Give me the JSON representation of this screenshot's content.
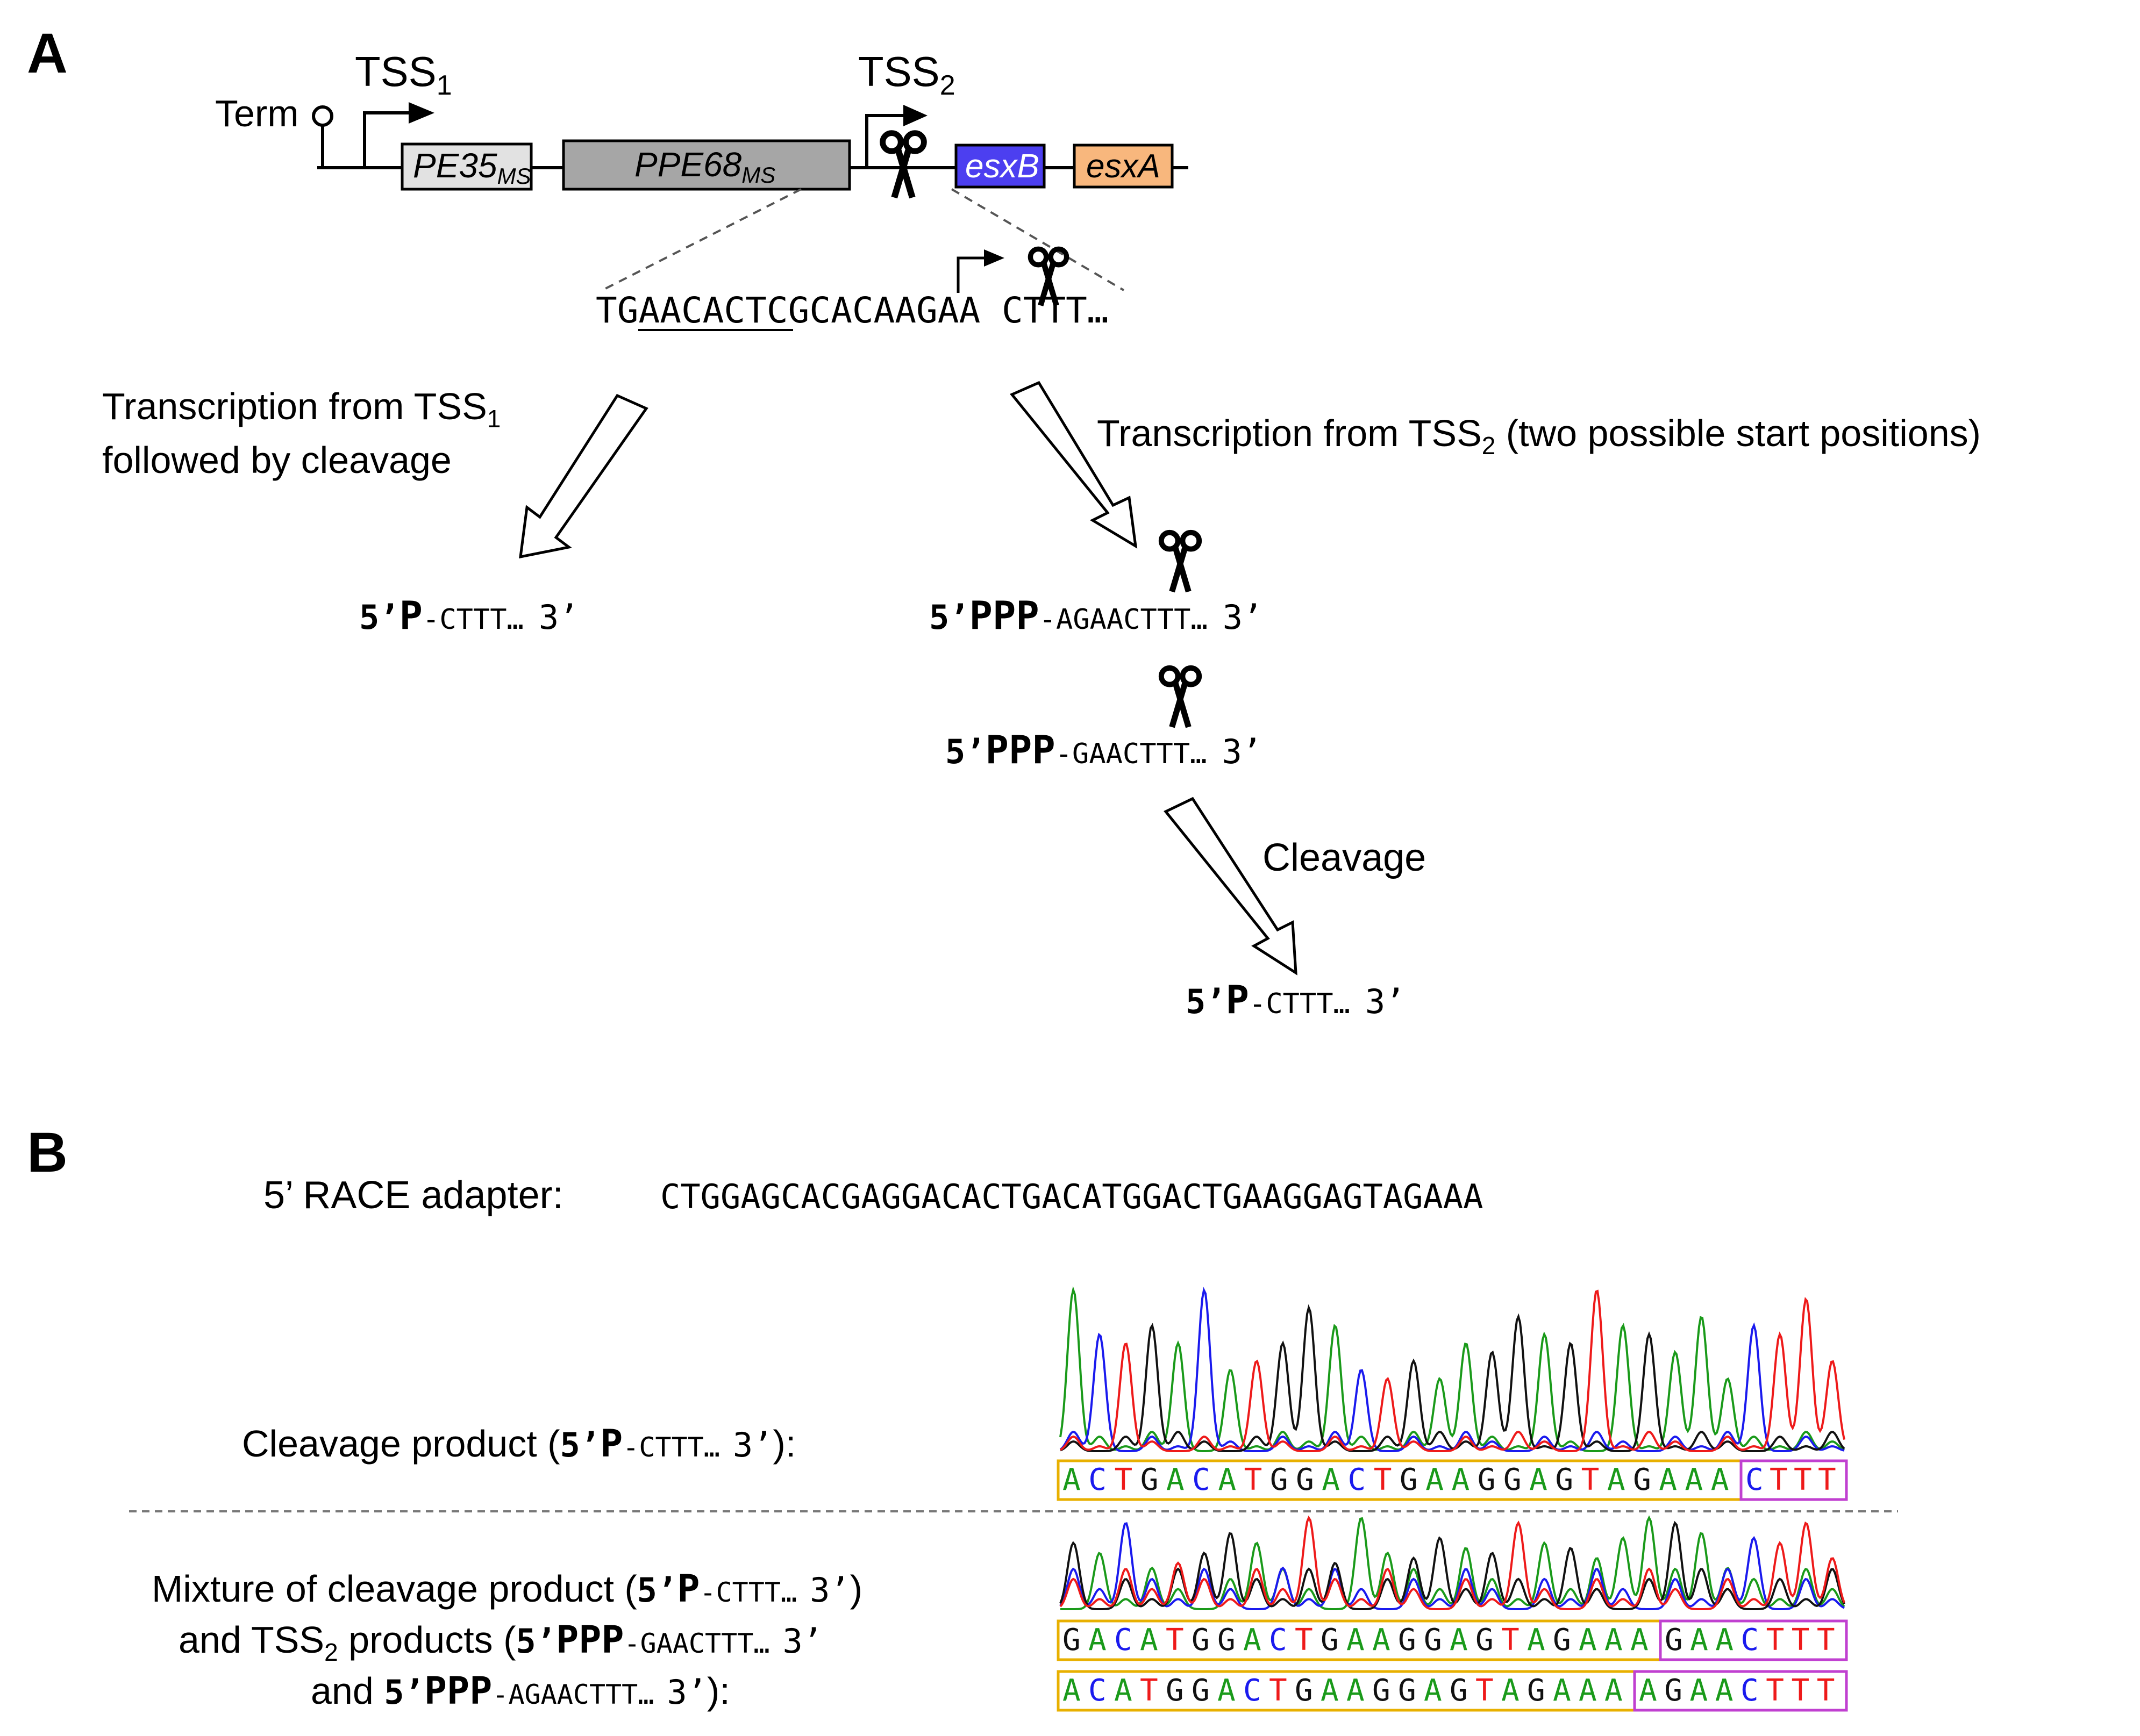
{
  "panelA": {
    "label": "A",
    "term": "Term",
    "tss1": "TSS",
    "tss1_sub": "1",
    "tss2": "TSS",
    "tss2_sub": "2",
    "genes": [
      {
        "name": "PE35",
        "sub": "MS",
        "color": "#e2e2e2"
      },
      {
        "name": "PPE68",
        "sub": "MS",
        "color": "#a6a6a6"
      },
      {
        "name": "esxB",
        "sub": "",
        "color": "#4c3ff0"
      },
      {
        "name": "esxA",
        "sub": "",
        "color": "#f8b77d"
      }
    ],
    "seq_zoom": "TGAACACTCGCACAAGAA CTTT…",
    "arrow1_line1": "Transcription from TSS",
    "arrow1_line1_sub": "1",
    "arrow1_line2": "followed by cleavage",
    "arrow2_prefix": "Transcription from TSS",
    "arrow2_sub": "2",
    "arrow2_suffix": " (two possible start positions)",
    "cleavage_label": "Cleavage",
    "prod1": {
      "five": "5’",
      "p": "P",
      "seq": "-CTTT…",
      "three": "3’"
    },
    "prod2": {
      "five": "5’",
      "p": "PPP",
      "seq": "-AGAACTTT…",
      "three": "3’"
    },
    "prod3": {
      "five": "5’",
      "p": "PPP",
      "seq": "-GAACTTT…",
      "three": "3’"
    },
    "prod4": {
      "five": "5’",
      "p": "P",
      "seq": "-CTTT…",
      "three": "3’"
    }
  },
  "panelB": {
    "label": "B",
    "adapter_label": "5’ RACE adapter:",
    "adapter_seq": "CTGGAGCACGAGGACACTGACATGGACTGAAGGAGTAGAAA",
    "row1_label": "Cleavage product (",
    "row1_five": "5’",
    "row1_p": "P",
    "row1_seq": "-CTTT…",
    "row1_three": "3’",
    "row1_end": "):",
    "row1_adapter_part": "ACTGACATGGACTGAAGGAGTAGAAA",
    "row1_target_part": "CTTT",
    "row2_l1": "Mixture of cleavage product (",
    "row2_l1_five": "5’",
    "row2_l1_p": "P",
    "row2_l1_seq": "-CTTT…",
    "row2_l1_three": "3’",
    "row2_l1_end": ")",
    "row2_l2": "and TSS",
    "row2_l2_sub": "2",
    "row2_l2_b": " products (",
    "row2_l2_five": "5’",
    "row2_l2_p": "PPP",
    "row2_l2_seq": "-GAACTTT…",
    "row2_l2_three": "3’",
    "row2_l3": "and ",
    "row2_l3_five": "5’",
    "row2_l3_p": "PPP",
    "row2_l3_seq": "-AGAACTTT…",
    "row2_l3_three": "3’",
    "row2_l3_end": "):",
    "row2a_adapter_part": "GACATGGACTGAAGGAGTAGAAA",
    "row2a_target_part": "GAACTTT",
    "row2b_adapter_part": "ACATGGACTGAAGGAGTAGAAA",
    "row2b_target_part": "AGAACTTT"
  },
  "colors": {
    "A": "#1a9a1a",
    "C": "#1a1aee",
    "G": "#111111",
    "T": "#ee1a1a",
    "adapter_box": "#e8b000",
    "target_box": "#c040d0"
  }
}
